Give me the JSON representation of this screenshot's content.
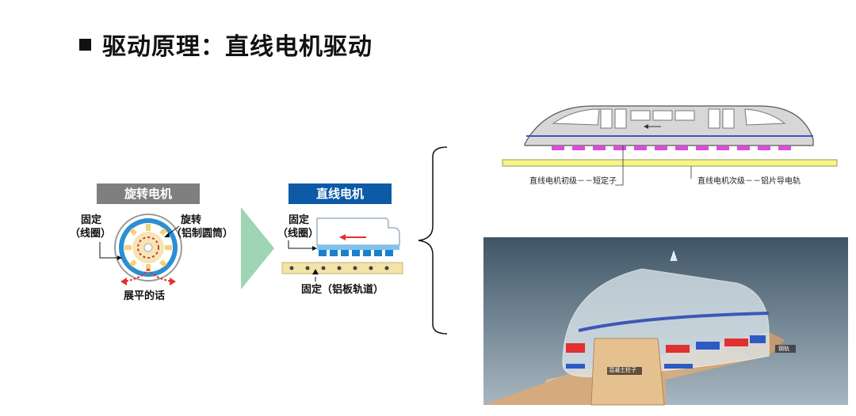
{
  "title": "驱动原理：直线电机驱动",
  "rotary": {
    "header": "旋转电机",
    "fixed_label": "固定",
    "fixed_sub": "（线圈）",
    "rotate_label": "旋转",
    "rotate_sub": "（铝制圆筒）",
    "unroll_label": "展平的话"
  },
  "linear": {
    "header": "直线电机",
    "fixed_label": "固定",
    "fixed_sub": "（线圈）",
    "track_label": "固定（铝板轨道）"
  },
  "schematic": {
    "primary_label": "直线电机初级－－短定子",
    "secondary_label": "直线电机次级－－铝片导电轨"
  },
  "render": {
    "pillar_label": "混凝土柱子",
    "rail_label": "钢轨"
  },
  "colors": {
    "rotary_header": "#7f7f7f",
    "linear_header": "#0d5aa7",
    "arrow_green": "#9fd4b4",
    "track_yellow": "#f8f38a",
    "magnet_magenta": "#d64fd6"
  }
}
